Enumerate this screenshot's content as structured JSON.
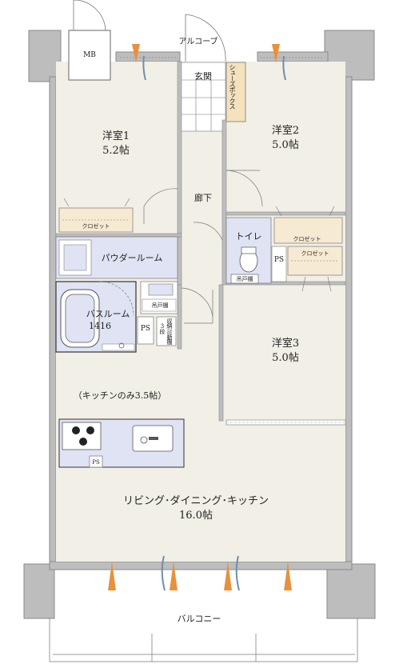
{
  "rooms": {
    "mb": "MB",
    "alcove": "アルコーブ",
    "genkan": "玄関",
    "shoes_box": "シューズボックス",
    "western1_name": "洋室1",
    "western1_size": "5.2帖",
    "western2_name": "洋室2",
    "western2_size": "5.0帖",
    "western3_name": "洋室3",
    "western3_size": "5.0帖",
    "corridor": "廊下",
    "closet1": "クロゼット",
    "closet2": "クロゼット",
    "closet3": "クロゼット",
    "toilet": "トイレ",
    "toilet_shelf": "吊戸棚",
    "ps_toilet": "PS",
    "powder_room": "パウダールーム",
    "hanging_shelf": "吊戸棚",
    "bathroom_name": "バスルーム",
    "bathroom_size": "1416",
    "ps_bath": "PS",
    "storage": "収納",
    "movable_shelf": "可動棚",
    "shelf_count": "3段",
    "kitchen_only": "（キッチンのみ3.5帖）",
    "ps_kitchen": "PS",
    "ldk_name": "リビング･ダイニング･キッチン",
    "ldk_size": "16.0帖",
    "balcony": "バルコニー"
  },
  "colors": {
    "wall": "#bdbdbd",
    "wall_edge": "#8a8a8a",
    "floor": "#f1efe6",
    "tile": "#ffffff",
    "wet_area": "#dfe3f3",
    "closet_fill": "#f7ead2",
    "shoes_box_fill": "#f4e1bd",
    "vent_orange": "#e8913a",
    "vent_blue": "#6f8fa8"
  }
}
